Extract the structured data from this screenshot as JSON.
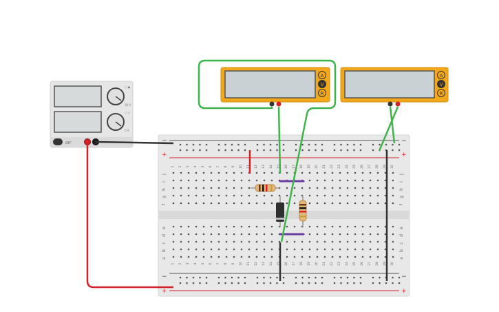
{
  "power_supply": {
    "off_label": "OFF",
    "knob1_labels": [
      "○ ●",
      "30 V"
    ],
    "knob2_labels": [
      "○ ○",
      "5 A"
    ]
  },
  "multimeters": [
    {
      "modes": [
        "A",
        "V",
        "R"
      ]
    },
    {
      "modes": [
        "A",
        "V",
        "R"
      ]
    }
  ],
  "breadboard": {
    "rail_minus": "−",
    "rail_plus": "+",
    "row_letters_top": [
      "j",
      "i",
      "h",
      "g",
      "f"
    ],
    "row_letters_bottom": [
      "e",
      "d",
      "c",
      "b",
      "a"
    ],
    "column_count": 30
  },
  "colors": {
    "meter_body": "#f3a71b",
    "meter_screen": "#c9d1d4",
    "wire_green": "#3fb44a",
    "wire_red": "#d42027",
    "wire_black": "#333333",
    "jumper_purple": "#6b3fa0",
    "rail_red": "#d42027",
    "breadboard": "#e8e8e8",
    "psu_body": "#e6e6e6"
  }
}
